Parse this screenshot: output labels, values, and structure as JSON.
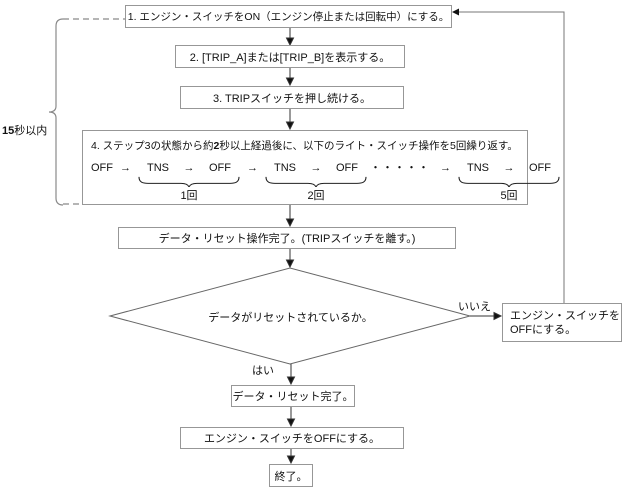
{
  "diagram": {
    "time_constraint": {
      "bold": "15",
      "rest": "秒以内"
    },
    "step1": "1. エンジン・スイッチをON（エンジン停止または回転中）にする。",
    "step2": "2. [TRIP_A]または[TRIP_B]を表示する。",
    "step3": "3. TRIPスイッチを押し続ける。",
    "step4": {
      "title_prefix": "4. ステップ3の状態から約",
      "title_bold": "2",
      "title_suffix": "秒以上経過後に、以下のライト・スイッチ操作を5回繰り返す。",
      "start": "OFF",
      "arrow": "→",
      "dots": "・・・・・",
      "groups": [
        {
          "a": "TNS",
          "b": "OFF",
          "label": "1回"
        },
        {
          "a": "TNS",
          "b": "OFF",
          "label": "2回"
        },
        {
          "a": "TNS",
          "b": "OFF",
          "label": "5回"
        }
      ]
    },
    "step5": "データ・リセット操作完了。(TRIPスイッチを離す。)",
    "decision": "データがリセットされているか。",
    "no_label": "いいえ",
    "yes_label": "はい",
    "no_action_line1": "エンジン・スイッチを",
    "no_action_line2": "OFFにする。",
    "step6": "データ・リセット完了。",
    "step7": "エンジン・スイッチをOFFにする。",
    "step8": "終了。"
  },
  "colors": {
    "box_border": "#979797",
    "flow_line": "#333333",
    "arrow_head": "#111111",
    "feedback_line": "#777777",
    "dashed_line": "#b5b5b5",
    "diamond_border": "#666666",
    "text": "#111111"
  }
}
